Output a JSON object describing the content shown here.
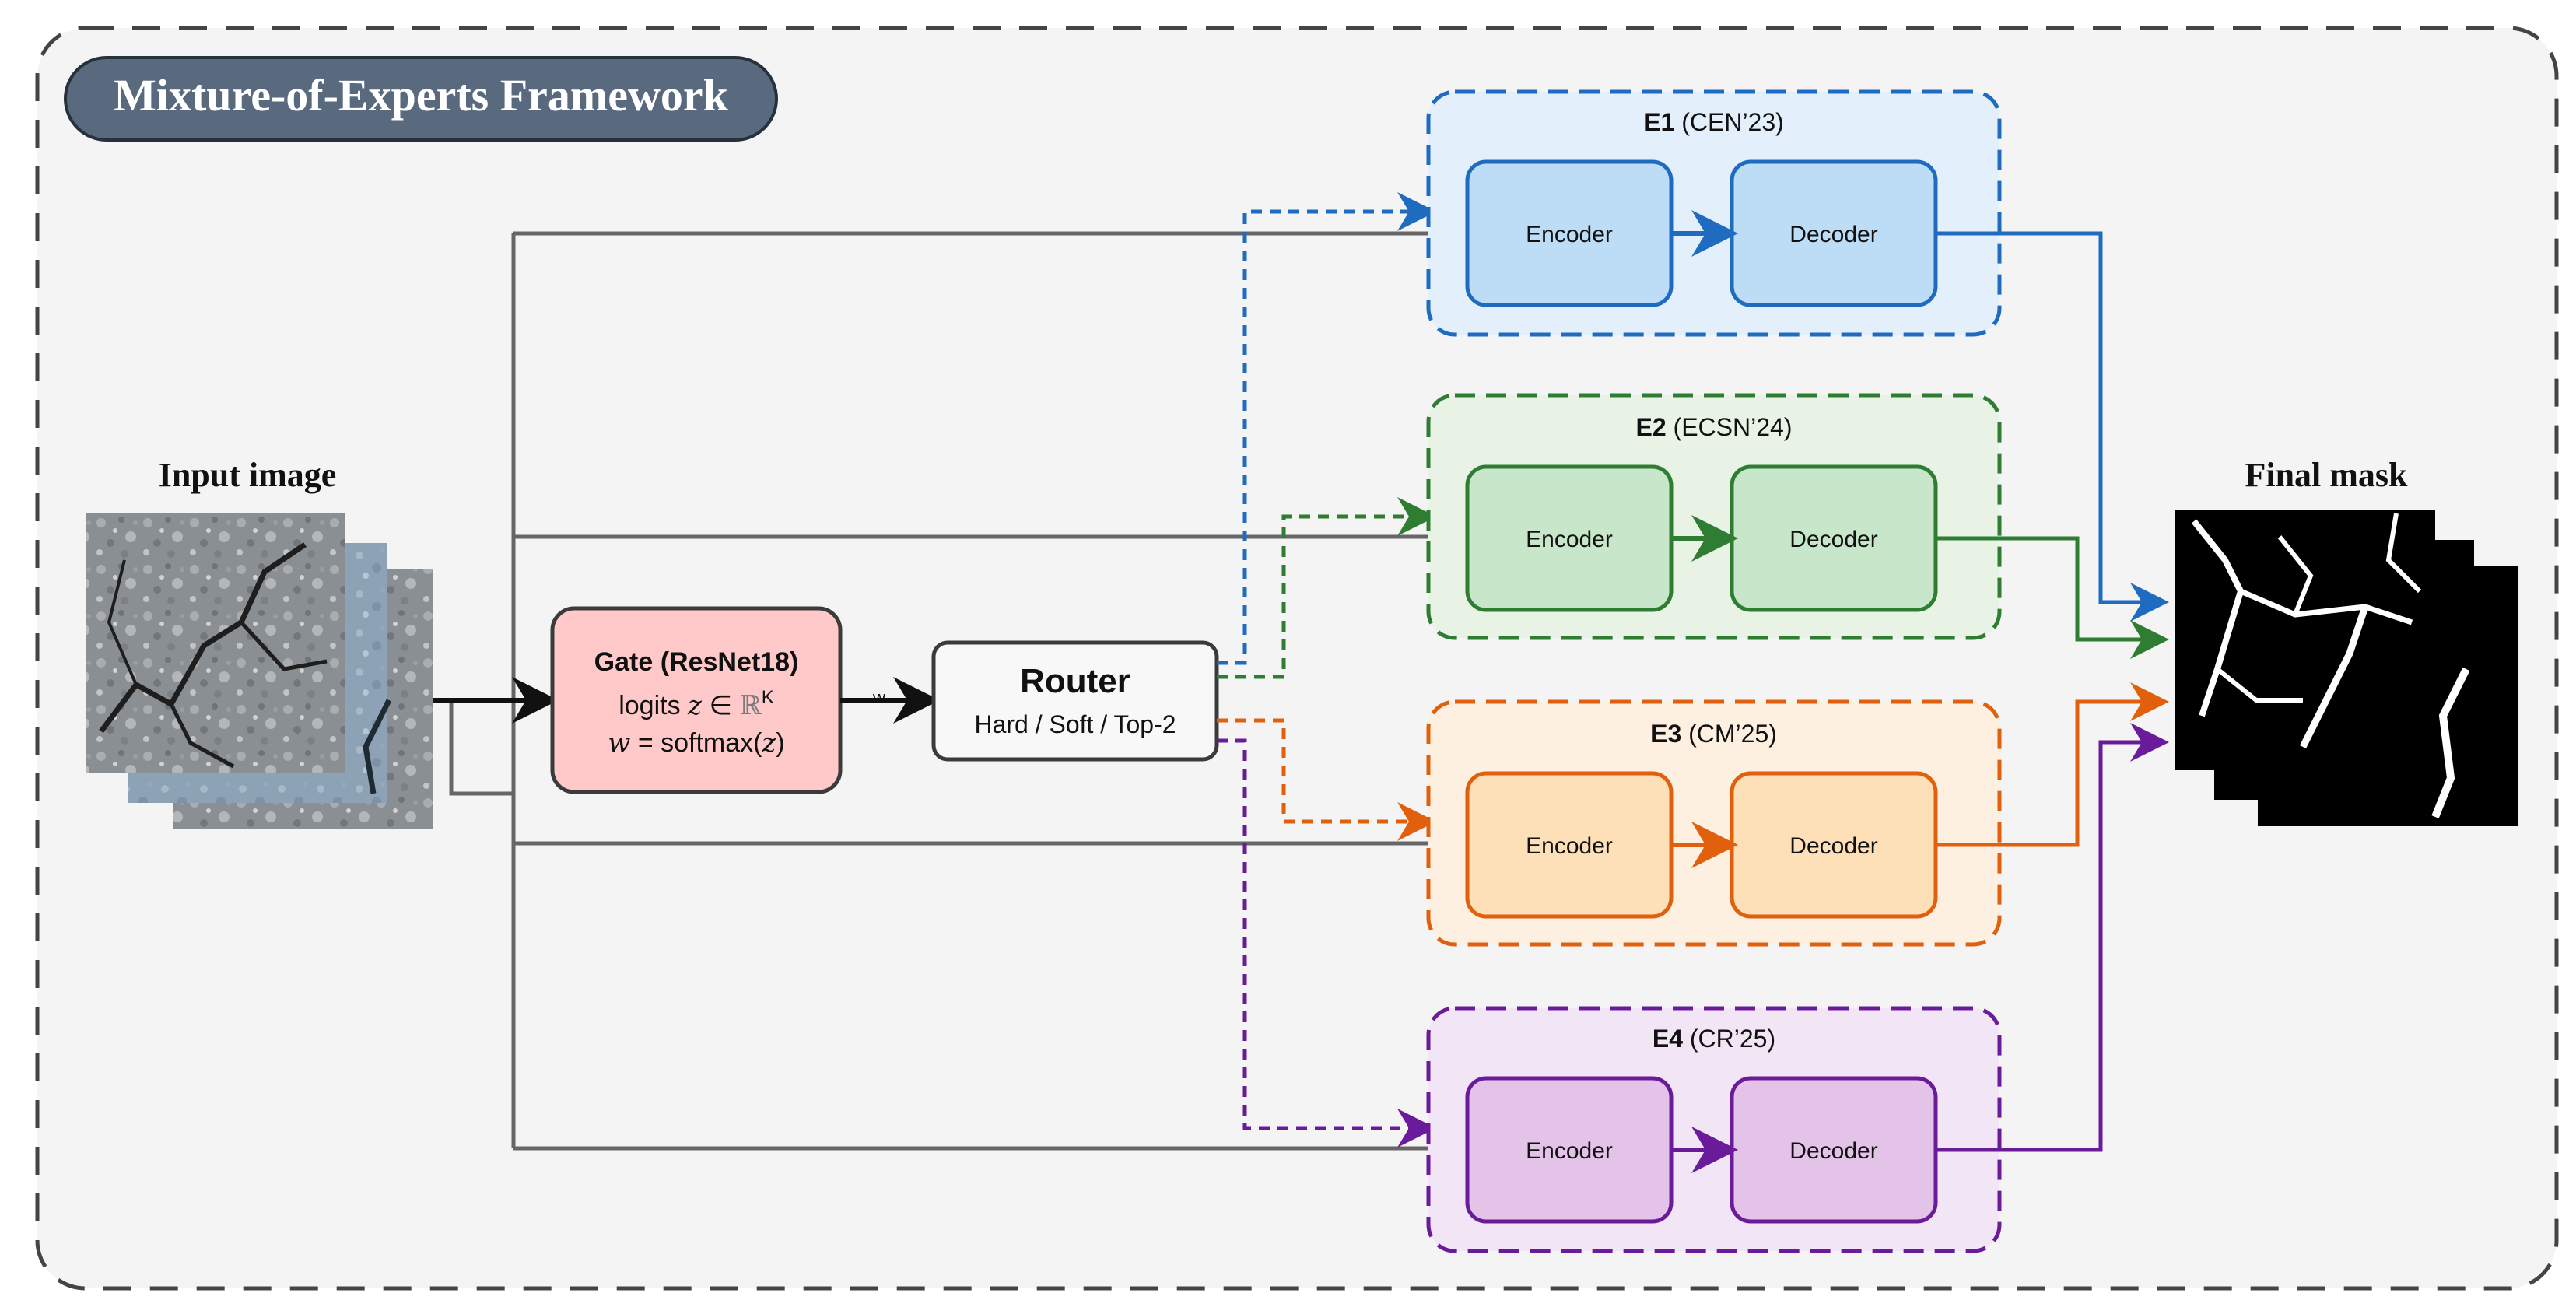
{
  "title": "Mixture-of-Experts Framework",
  "input": {
    "label": "Input image"
  },
  "output": {
    "label": "Final mask"
  },
  "gate": {
    "title": "Gate (ResNet18)",
    "line1_text": "logits ",
    "line1_var": "z",
    "line1_in": " ∈ ",
    "line1_set": "ℝ",
    "line1_sup": "K",
    "line2_var": "w",
    "line2_text": " = softmax(",
    "line2_arg": "z",
    "line2_close": ")"
  },
  "gate_to_router_label": "w",
  "router": {
    "title": "Router",
    "subtitle": "Hard / Soft / Top-2"
  },
  "experts": [
    {
      "id": "E1",
      "name": " (CEN’23)",
      "encoder": "Encoder",
      "decoder": "Decoder",
      "color": "#1f6bbf",
      "fill": "#e3f0fb",
      "box": "#bddcf5"
    },
    {
      "id": "E2",
      "name": " (ECSN’24)",
      "encoder": "Encoder",
      "decoder": "Decoder",
      "color": "#2e7d32",
      "fill": "#e8f3e6",
      "box": "#c8e6c9"
    },
    {
      "id": "E3",
      "name": " (CM’25)",
      "encoder": "Encoder",
      "decoder": "Decoder",
      "color": "#e0600e",
      "fill": "#fdf0e0",
      "box": "#fde0b8"
    },
    {
      "id": "E4",
      "name": " (CR’25)",
      "encoder": "Encoder",
      "decoder": "Decoder",
      "color": "#6a1b9a",
      "fill": "#f2e6f6",
      "box": "#e3c3e8"
    }
  ],
  "colors": {
    "frame_bg": "#f4f4f4",
    "frame_stroke": "#444444",
    "title_bg": "#5a6a7e",
    "gate_fill": "#ffc9c9",
    "gray_line": "#666666"
  }
}
